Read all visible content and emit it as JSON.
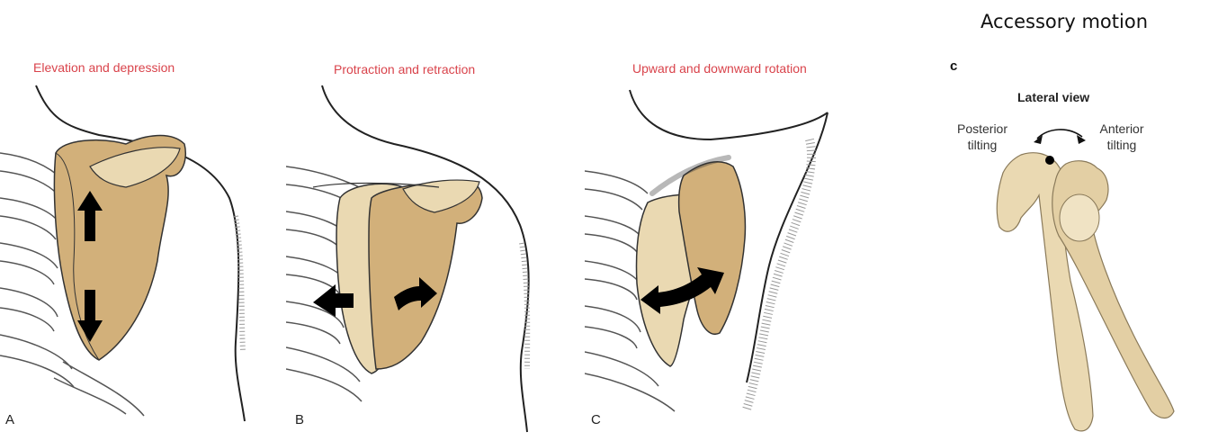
{
  "header": {
    "title": "Accessory motion"
  },
  "panels": [
    {
      "letter": "A",
      "title": "Elevation and depression"
    },
    {
      "letter": "B",
      "title": "Protraction and retraction"
    },
    {
      "letter": "C",
      "title": "Upward and downward rotation"
    }
  ],
  "lateral": {
    "letter": "c",
    "title": "Lateral view",
    "posterior": {
      "line1": "Posterior",
      "line2": "tilting"
    },
    "anterior": {
      "line1": "Anterior",
      "line2": "tilting"
    }
  },
  "colors": {
    "title_red": "#d9434b",
    "bone_light": "#ead9b2",
    "bone_dark": "#d2b07a",
    "arrow": "#000000"
  }
}
